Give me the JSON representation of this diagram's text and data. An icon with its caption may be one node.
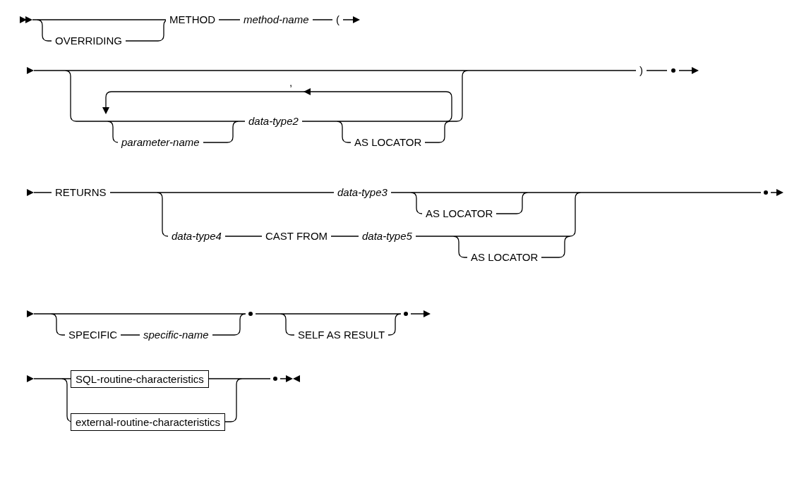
{
  "diagram": {
    "nodes": [
      {
        "text": [
          "SQL-routine-characteristics"
        ]
      },
      {
        "text": [
          "external-routine-characteristics"
        ]
      }
    ],
    "labels": [
      "METHOD",
      "method-name",
      "(",
      "OVERRIDING",
      ",",
      ")",
      "data-type2",
      "parameter-name",
      "AS LOCATOR",
      "RETURNS",
      "data-type3",
      "AS LOCATOR",
      "data-type4",
      "CAST FROM",
      "data-type5",
      "AS LOCATOR",
      "SPECIFIC",
      "specific-name",
      "SELF AS RESULT"
    ]
  }
}
